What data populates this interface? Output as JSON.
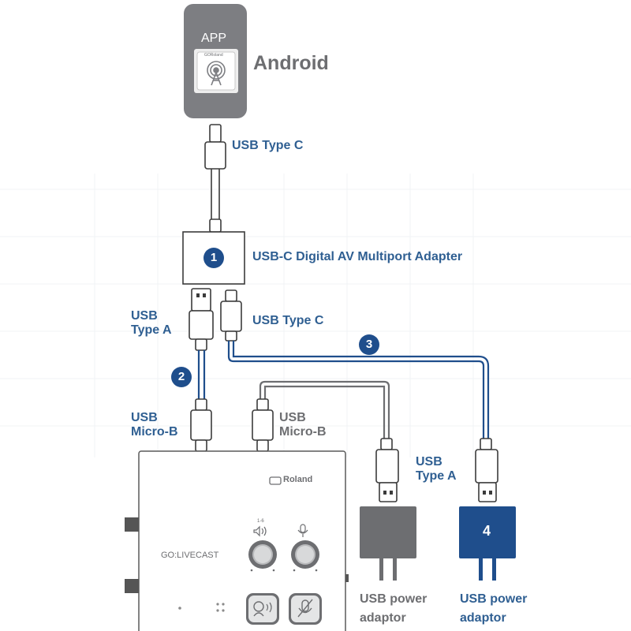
{
  "phone": {
    "app_label": "APP",
    "app_brand": "GORoland",
    "os_label": "Android"
  },
  "cables": {
    "phone_to_adapter": "USB Type C",
    "adapter_name": "USB-C Digital AV Multiport Adapter",
    "adapter_usb_a": "USB\nType A",
    "adapter_usb_c": "USB Type C",
    "device_micro_b_1": "USB\nMicro-B",
    "device_micro_b_2": "USB\nMicro-B",
    "adaptor_usb_a": "USB\nType A"
  },
  "steps": {
    "one": "1",
    "two": "2",
    "three": "3",
    "four": "4"
  },
  "device": {
    "brand": "Roland",
    "model": "GO:LIVECAST",
    "knob1_range": "1-6"
  },
  "power_adaptors": {
    "gray": "USB power\nadaptor",
    "blue": "USB power\nadaptor"
  },
  "colors": {
    "blue": "#2f5f92",
    "gray": "#6d6e71",
    "dark_blue": "#1f4e8c",
    "adaptor_gray": "#6d6e71"
  }
}
